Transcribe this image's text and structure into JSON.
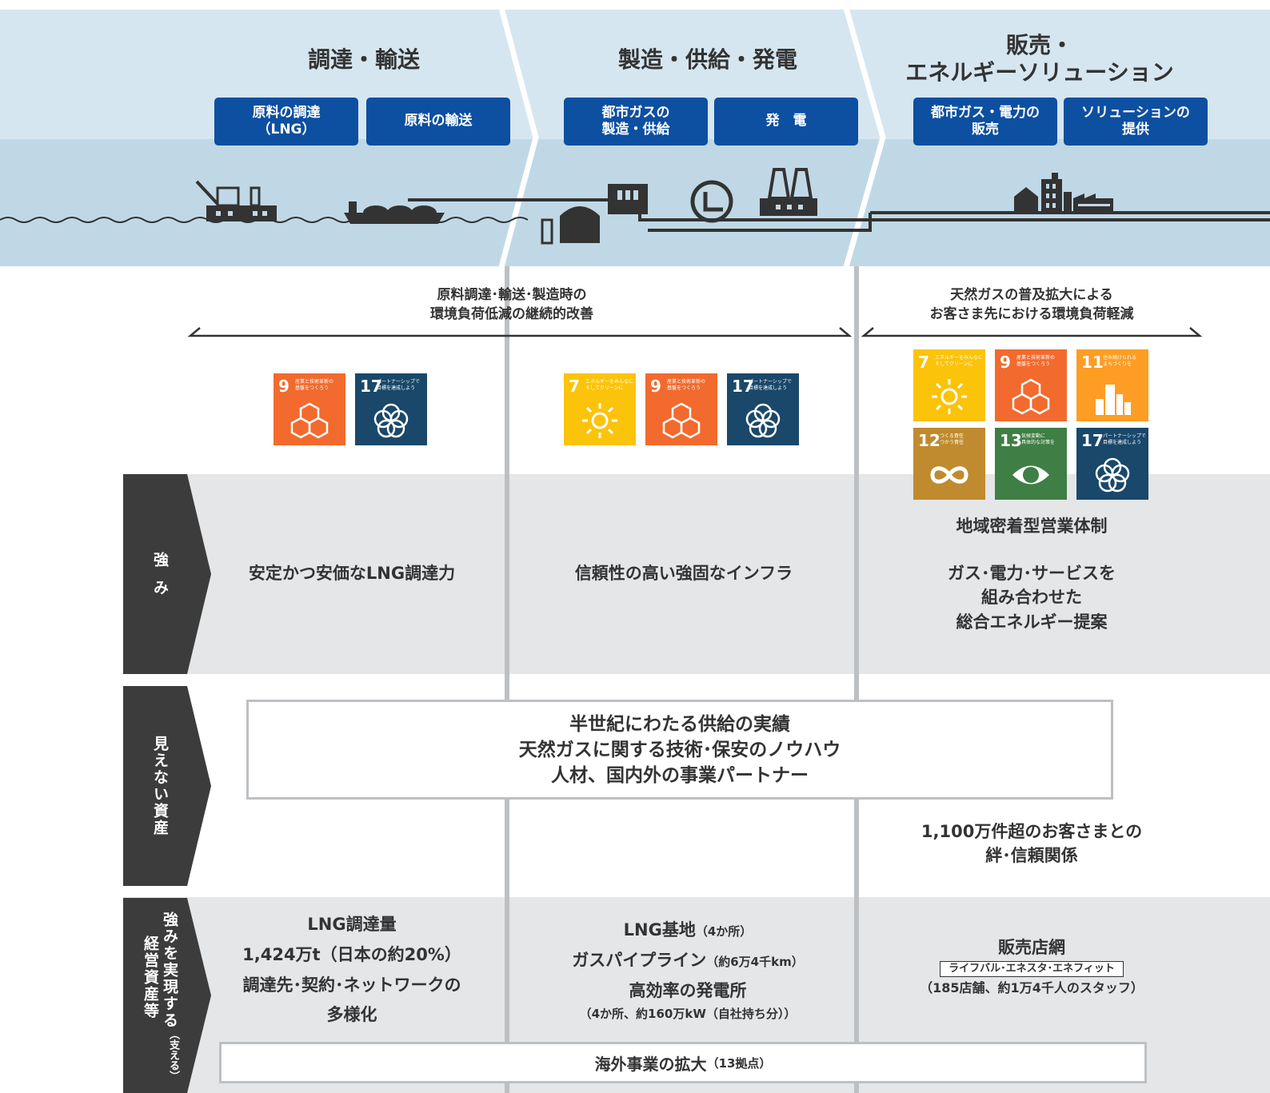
{
  "stages": [
    {
      "title": "調達・輸送",
      "boxes": [
        "原料の調達\n（LNG）",
        "原料の輸送"
      ]
    },
    {
      "title": "製造・供給・発電",
      "boxes": [
        "都市ガスの\n製造・供給",
        "発　電"
      ]
    },
    {
      "title": "販売・\nエネルギーソリューション",
      "boxes": [
        "都市ガス・電力の\n販売",
        "ソリューションの\n提供"
      ]
    }
  ],
  "arrows": {
    "left": "原料調達･輸送･製造時の\n環境負荷低減の継続的改善",
    "right": "天然ガスの普及拡大による\nお客さま先における環境負荷軽減"
  },
  "sdgs": {
    "g7": {
      "num": "7",
      "caption": "エネルギーをみんなに\nそしてクリーンに",
      "color": "#fcc30b"
    },
    "g9": {
      "num": "9",
      "caption": "産業と技術革新の\n基盤をつくろう",
      "color": "#f26a2d"
    },
    "g11": {
      "num": "11",
      "caption": "住み続けられる\nまちづくりを",
      "color": "#fd9d24"
    },
    "g12": {
      "num": "12",
      "caption": "つくる責任\nつかう責任",
      "color": "#bf8b2e"
    },
    "g13": {
      "num": "13",
      "caption": "気候変動に\n具体的な対策を",
      "color": "#3f7e44"
    },
    "g17": {
      "num": "17",
      "caption": "パートナーシップで\n目標を達成しよう",
      "color": "#19486a"
    }
  },
  "rows": {
    "strength": {
      "label": "強み",
      "col1": "安定かつ安価なLNG調達力",
      "col2": "信頼性の高い強固なインフラ",
      "col3a": "地域密着型営業体制",
      "col3b": "ガス･電力･サービスを\n組み合わせた\n総合エネルギー提案"
    },
    "invisible": {
      "label": "見えない資産",
      "box": "半世紀にわたる供給の実績\n天然ガスに関する技術･保安のノウハウ\n人材、国内外の事業パートナー",
      "col3": "1,100万件超のお客さまとの\n絆･信頼関係"
    },
    "assets": {
      "label_main": "強みを実現する",
      "label_sub": "（支える）",
      "label_main2": "経営資産等",
      "col1": [
        "LNG調達量",
        "1,424万t（日本の約20%）",
        "調達先･契約･ネットワークの",
        "多様化"
      ],
      "col2_line1": "LNG基地",
      "col2_line1_sub": "（4か所）",
      "col2_line2": "ガスパイプライン",
      "col2_line2_sub": "（約6万4千km）",
      "col2_line3": "高効率の発電所",
      "col2_line4": "（4か所、約160万kW（自社持ち分））",
      "col3_title": "販売店網",
      "col3_box": "ライフバル･エネスタ･エネフィット",
      "col3_note": "（185店舗、約1万4千人のスタッフ）",
      "overseas": "海外事業の拡大",
      "overseas_sub": "（13拠点）"
    }
  },
  "colors": {
    "sky": "#d6e6f0",
    "sea": "#c0d8e6",
    "blue": "#0d4fa1",
    "dark": "#333333",
    "band": "#e4e6e8",
    "divider": "#bdc0c3"
  }
}
